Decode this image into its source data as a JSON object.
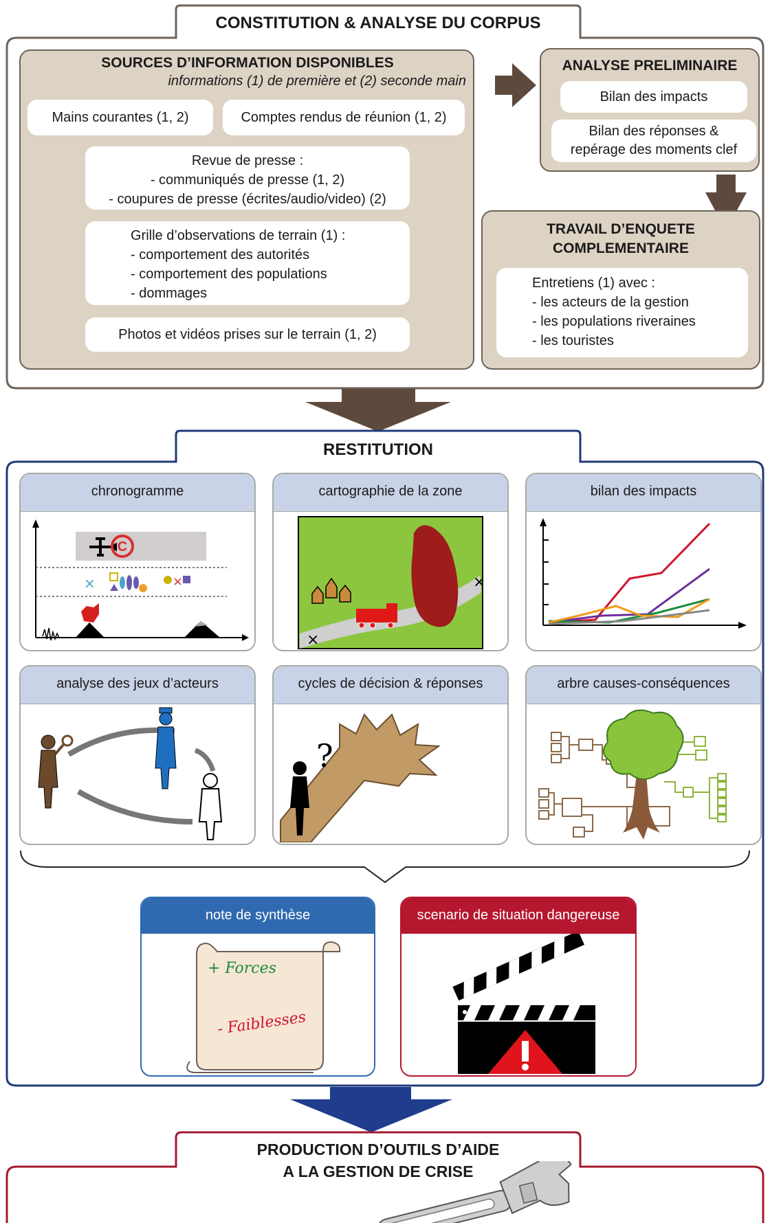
{
  "corpus": {
    "title": "CONSTITUTION & ANALYSE DU CORPUS",
    "sources": {
      "title": "SOURCES D’INFORMATION DISPONIBLES",
      "subtitle": "informations (1) de première et (2) seconde main",
      "mains_courantes": "Mains courantes (1, 2)",
      "comptes_rendus": "Comptes rendus de réunion (1, 2)",
      "revue_presse": [
        "Revue de presse :",
        "- communiqués de presse (1, 2)",
        "- coupures de presse (écrites/audio/video) (2)"
      ],
      "grille": [
        "Grille d’observations de terrain (1) :",
        "- comportement des autorités",
        "- comportement des populations",
        "- dommages"
      ],
      "photos": "Photos et vidéos prises sur le terrain (1, 2)"
    },
    "analyse_preliminaire": {
      "title": "ANALYSE PRELIMINAIRE",
      "bilan_impacts": "Bilan des impacts",
      "bilan_reponses": [
        "Bilan des réponses &",
        "repérage des moments clef"
      ]
    },
    "travail_enquete": {
      "title": [
        "TRAVAIL D’ENQUETE",
        "COMPLEMENTAIRE"
      ],
      "entretiens": [
        "Entretiens (1) avec :",
        "- les acteurs de la gestion",
        "- les populations riveraines",
        "- les touristes"
      ]
    }
  },
  "restitution": {
    "title": "RESTITUTION",
    "panels": [
      {
        "label": "chronogramme"
      },
      {
        "label": "cartographie de la zone"
      },
      {
        "label": "bilan des impacts"
      },
      {
        "label": "analyse des jeux d’acteurs"
      },
      {
        "label": "cycles de décision & réponses"
      },
      {
        "label": "arbre causes-conséquences"
      }
    ],
    "note_synthese": {
      "label": "note de synthèse",
      "forces": "+ Forces",
      "faiblesses": "- Faiblesses"
    },
    "scenario": {
      "label": "scenario de situation dangereuse"
    }
  },
  "production": {
    "title": [
      "PRODUCTION D’OUTILS D’AIDE",
      "A LA GESTION DE CRISE"
    ]
  },
  "colors": {
    "brown_frame": "#6e6258",
    "beige": "#ddd3c4",
    "arrow_brown": "#5e4a3c",
    "navy": "#1f3a7a",
    "arrow_navy": "#1f3d8c",
    "header_blue": "#c9d3e7",
    "blue_tab": "#2f6ab0",
    "red_tab": "#b5172f",
    "crimson_frame": "#a3182f"
  }
}
